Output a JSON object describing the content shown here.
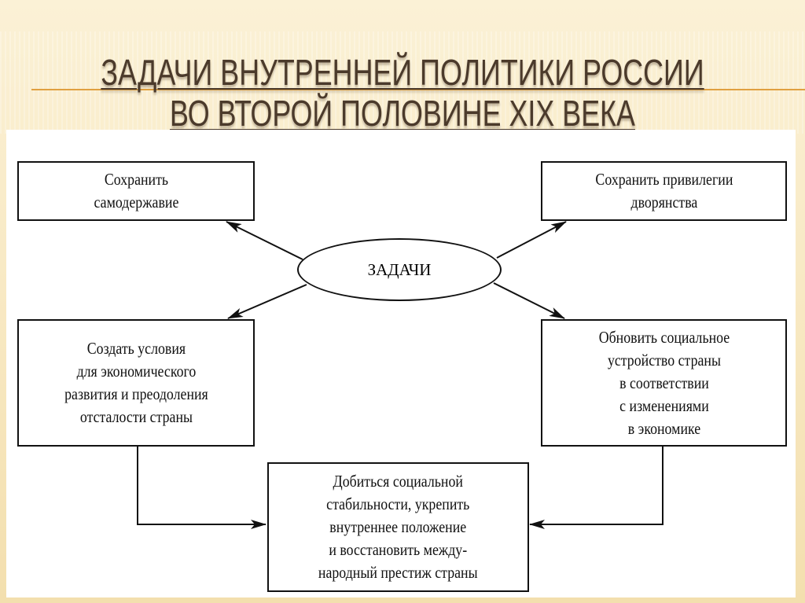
{
  "slide": {
    "title_line1": "ЗАДАЧИ ВНУТРЕННЕЙ ПОЛИТИКИ РОССИИ",
    "title_line2": "ВО ВТОРОЙ ПОЛОВИНЕ XIX ВЕКА"
  },
  "diagram": {
    "center": "ЗАДАЧИ",
    "top_left": "Сохранить\nсамодержавие",
    "top_right": "Сохранить привилегии\nдворянства",
    "mid_left": "Создать условия\nдля экономического\nразвития и преодоления\nотсталости страны",
    "mid_right": "Обновить социальное\nустройство страны\nв соответствии\nс изменениями\nв экономике",
    "bottom": "Добиться социальной\nстабильности, укрепить\nвнутреннее положение\nи восстановить между-\nнародный престиж страны"
  }
}
